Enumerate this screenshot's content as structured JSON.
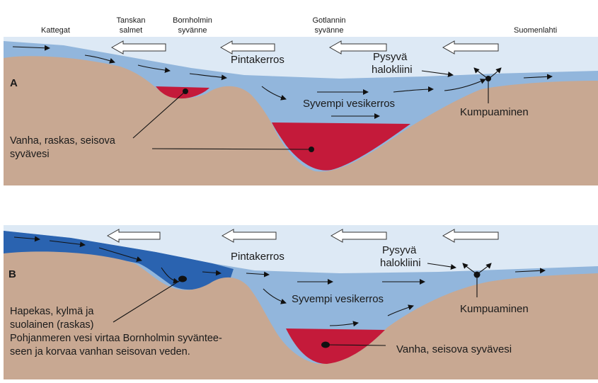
{
  "header_labels": {
    "kattegat": "Kattegat",
    "tanskan_1": "Tanskan",
    "tanskan_2": "salmet",
    "bornholm_1": "Bornholmin",
    "bornholm_2": "syvänne",
    "gotland_1": "Gotlannin",
    "gotland_2": "syvänne",
    "suomenlahti": "Suomenlahti"
  },
  "panel_a": {
    "letter": "A",
    "surface_layer": "Pintakerros",
    "halocline_1": "Pysyvä",
    "halocline_2": "halokliini",
    "deeper_layer": "Syvempi vesikerros",
    "upwelling": "Kumpuaminen",
    "old_water_1": "Vanha, raskas, seisova",
    "old_water_2": "syvävesi"
  },
  "panel_b": {
    "letter": "B",
    "surface_layer": "Pintakerros",
    "halocline_1": "Pysyvä",
    "halocline_2": "halokliini",
    "deeper_layer": "Syvempi vesikerros",
    "upwelling": "Kumpuaminen",
    "inflow_1": "Hapekas, kylmä ja",
    "inflow_2": "suolainen (raskas)",
    "inflow_3": "Pohjanmeren vesi virtaa Bornholmin syväntee-",
    "inflow_4": "seen ja korvaa vanhan seisovan veden.",
    "old_water": "Vanha, seisova syvävesi"
  },
  "colors": {
    "sky": "#dde9f5",
    "land": "#c8a892",
    "water": "#92b6dc",
    "deep_blue": "#2a63b0",
    "old_water_red": "#c41a3a",
    "line": "#111111"
  }
}
